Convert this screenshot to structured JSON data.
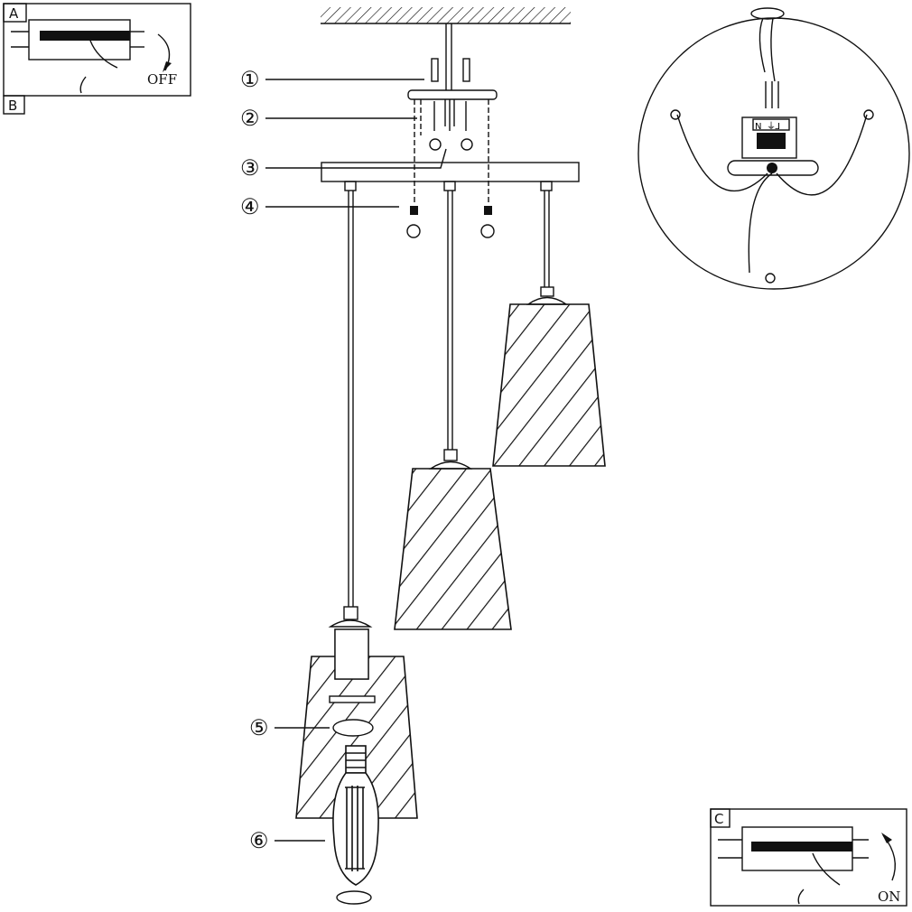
{
  "panels": {
    "a": {
      "label": "A",
      "action": "OFF"
    },
    "b": {
      "label": "B"
    },
    "c": {
      "label": "C",
      "action": "ON"
    }
  },
  "callouts": [
    "①",
    "②",
    "③",
    "④",
    "⑤",
    "⑥"
  ],
  "terminal_block": {
    "neutral": "N",
    "earth": "⏚",
    "live": "L"
  }
}
